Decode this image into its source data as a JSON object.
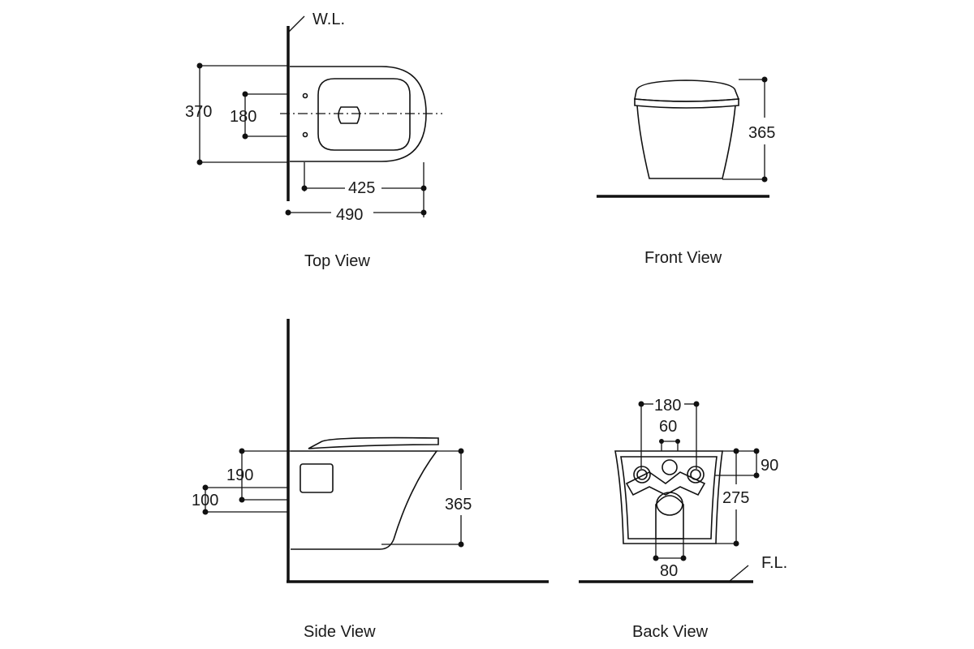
{
  "views": {
    "top": {
      "label": "Top View",
      "dim_370": "370",
      "dim_180": "180",
      "dim_425": "425",
      "dim_490": "490",
      "wall_label": "W.L."
    },
    "front": {
      "label": "Front View",
      "dim_365": "365"
    },
    "side": {
      "label": "Side View",
      "dim_190": "190",
      "dim_100": "100",
      "dim_365": "365"
    },
    "back": {
      "label": "Back View",
      "dim_180": "180",
      "dim_60": "60",
      "dim_90": "90",
      "dim_275": "275",
      "dim_80": "80",
      "floor_label": "F.L."
    }
  }
}
